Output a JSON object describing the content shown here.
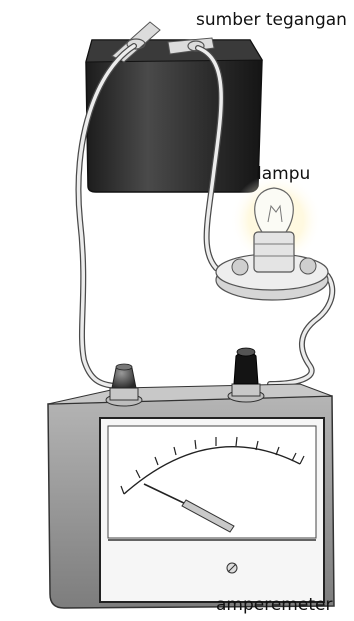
{
  "labels": {
    "voltage_source": "sumber tegangan",
    "lamp": "lampu",
    "ammeter": "amperemeter"
  },
  "colors": {
    "battery_body": "#2f2f2f",
    "wire": "#e8e8e8",
    "wire_outline": "#4a4a4a",
    "meter_case": "#9a9a9a",
    "meter_face": "#f6f6f6",
    "lamp_glow": "#fff7d6"
  },
  "components": [
    "battery",
    "lamp",
    "ammeter",
    "wires"
  ]
}
